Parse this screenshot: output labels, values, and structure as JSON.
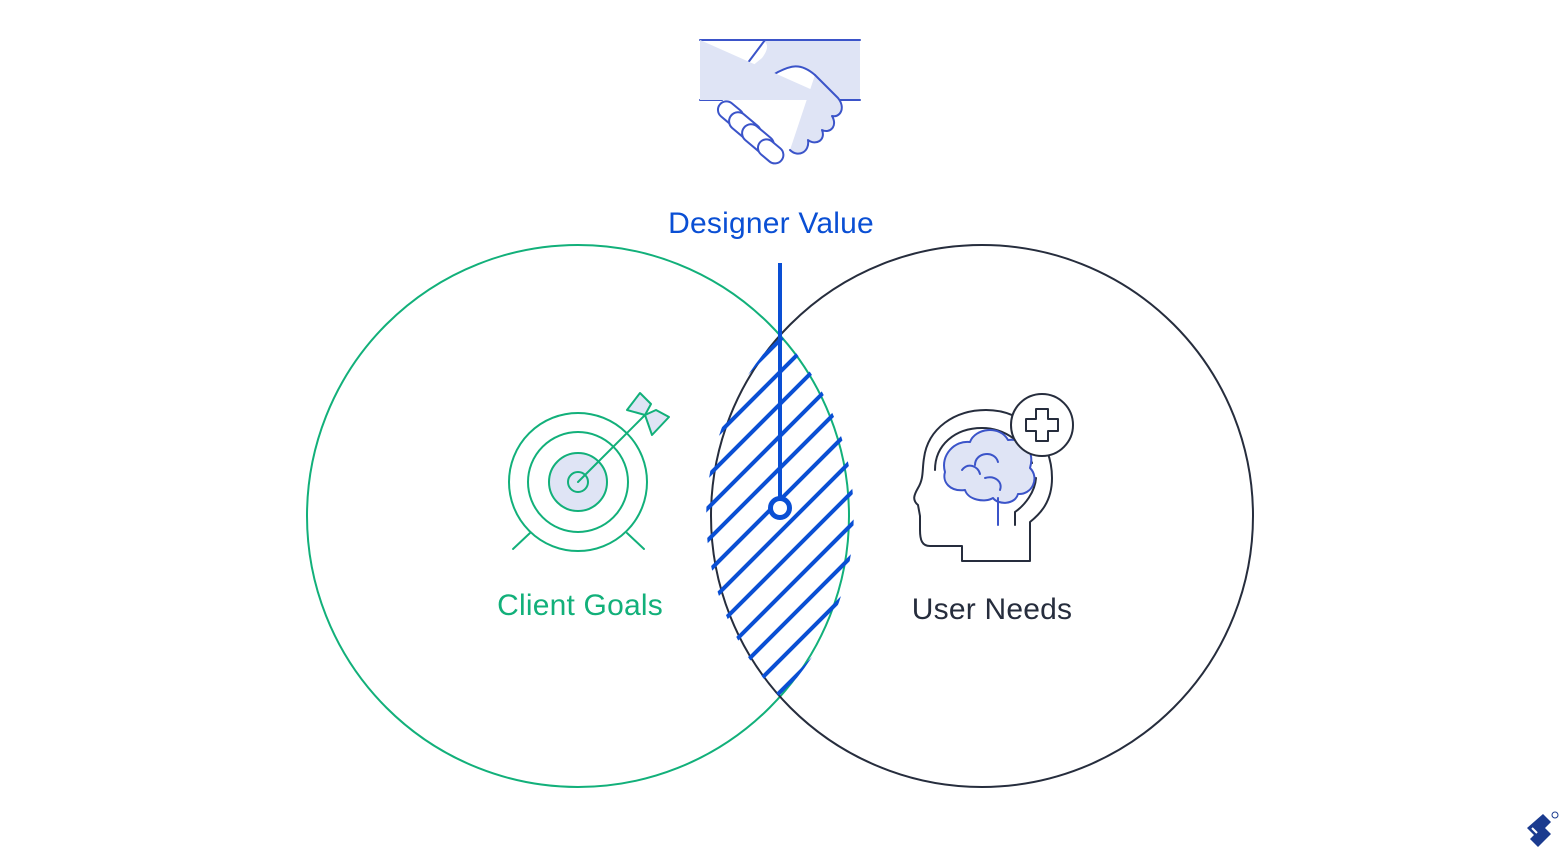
{
  "diagram": {
    "labels": {
      "designer_value": "Designer Value",
      "client_goals": "Client Goals",
      "user_needs": "User Needs"
    },
    "icons": {
      "top": "handshake-icon",
      "left": "target-with-arrow-icon",
      "right": "head-with-brain-and-plus-icon",
      "corner": "toptal-logo-icon"
    },
    "colors": {
      "designer_value": "#0a4fd4",
      "client_goals": "#12b07a",
      "user_needs": "#262d3d",
      "icon_fill": "#dfe4f5",
      "icon_stroke_blue": "#3b54c9"
    }
  }
}
